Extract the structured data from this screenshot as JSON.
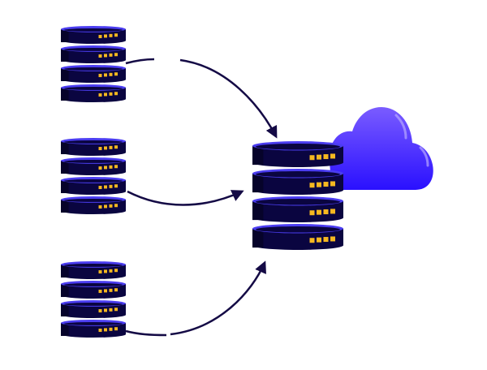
{
  "colors": {
    "disk_body": "#0a0540",
    "disk_side": "#06032a",
    "disk_rim": "#4b3df0",
    "led": "#f5b820",
    "arrow": "#140a45",
    "cloud_top": "#7a5cff",
    "cloud_bottom": "#2a10ff"
  },
  "sources": [
    {
      "name": "source-database-1",
      "disks": 4
    },
    {
      "name": "source-database-2",
      "disks": 4
    },
    {
      "name": "source-database-3",
      "disks": 4
    }
  ],
  "target": {
    "name": "central-database",
    "disks": 4
  },
  "cloud": {
    "name": "cloud"
  }
}
